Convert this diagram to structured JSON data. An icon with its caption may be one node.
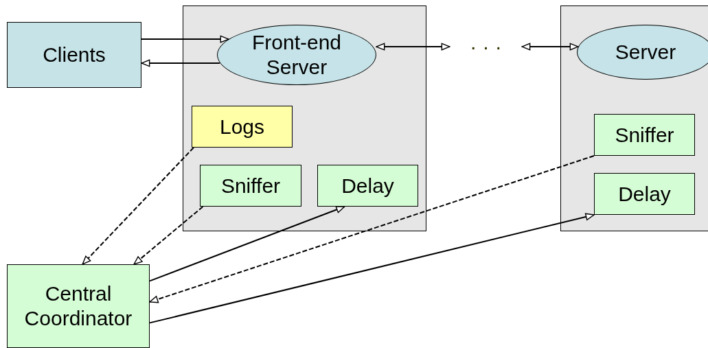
{
  "diagram": {
    "nodes": [
      {
        "text": [
          "Clients"
        ]
      },
      {
        "text": [],
        "shape": "box"
      },
      {
        "text": [
          "Front-end Server"
        ],
        "in": 1
      },
      {
        "text": [
          "Logs"
        ],
        "in": 1
      },
      {
        "text": [
          "Sniffer"
        ],
        "in": 1
      },
      {
        "text": [
          "Delay"
        ],
        "in": 1
      },
      {
        "text": [
          "· · ·"
        ]
      },
      {
        "text": [],
        "shape": "box"
      },
      {
        "text": [
          "Server"
        ],
        "in": 7
      },
      {
        "text": [
          "Sniffer"
        ],
        "in": 7
      },
      {
        "text": [
          "Delay"
        ],
        "in": 7
      },
      {
        "text": [
          "Central Coordinator"
        ]
      }
    ],
    "edges": [
      {
        "from": 0,
        "to": 2,
        "arrow": "to"
      },
      {
        "from": 2,
        "to": 0,
        "arrow": "to"
      },
      {
        "from": 2,
        "to": 6,
        "arrow": "both"
      },
      {
        "from": 6,
        "to": 8,
        "arrow": "both"
      },
      {
        "from": 3,
        "to": 11,
        "arrow": "to",
        "style": "dashed"
      },
      {
        "from": 4,
        "to": 11,
        "arrow": "to",
        "style": "dashed"
      },
      {
        "from": 11,
        "to": 5,
        "arrow": "to"
      },
      {
        "from": 9,
        "to": 11,
        "arrow": "to",
        "style": "dashed"
      },
      {
        "from": 11,
        "to": 10,
        "arrow": "to"
      }
    ]
  }
}
